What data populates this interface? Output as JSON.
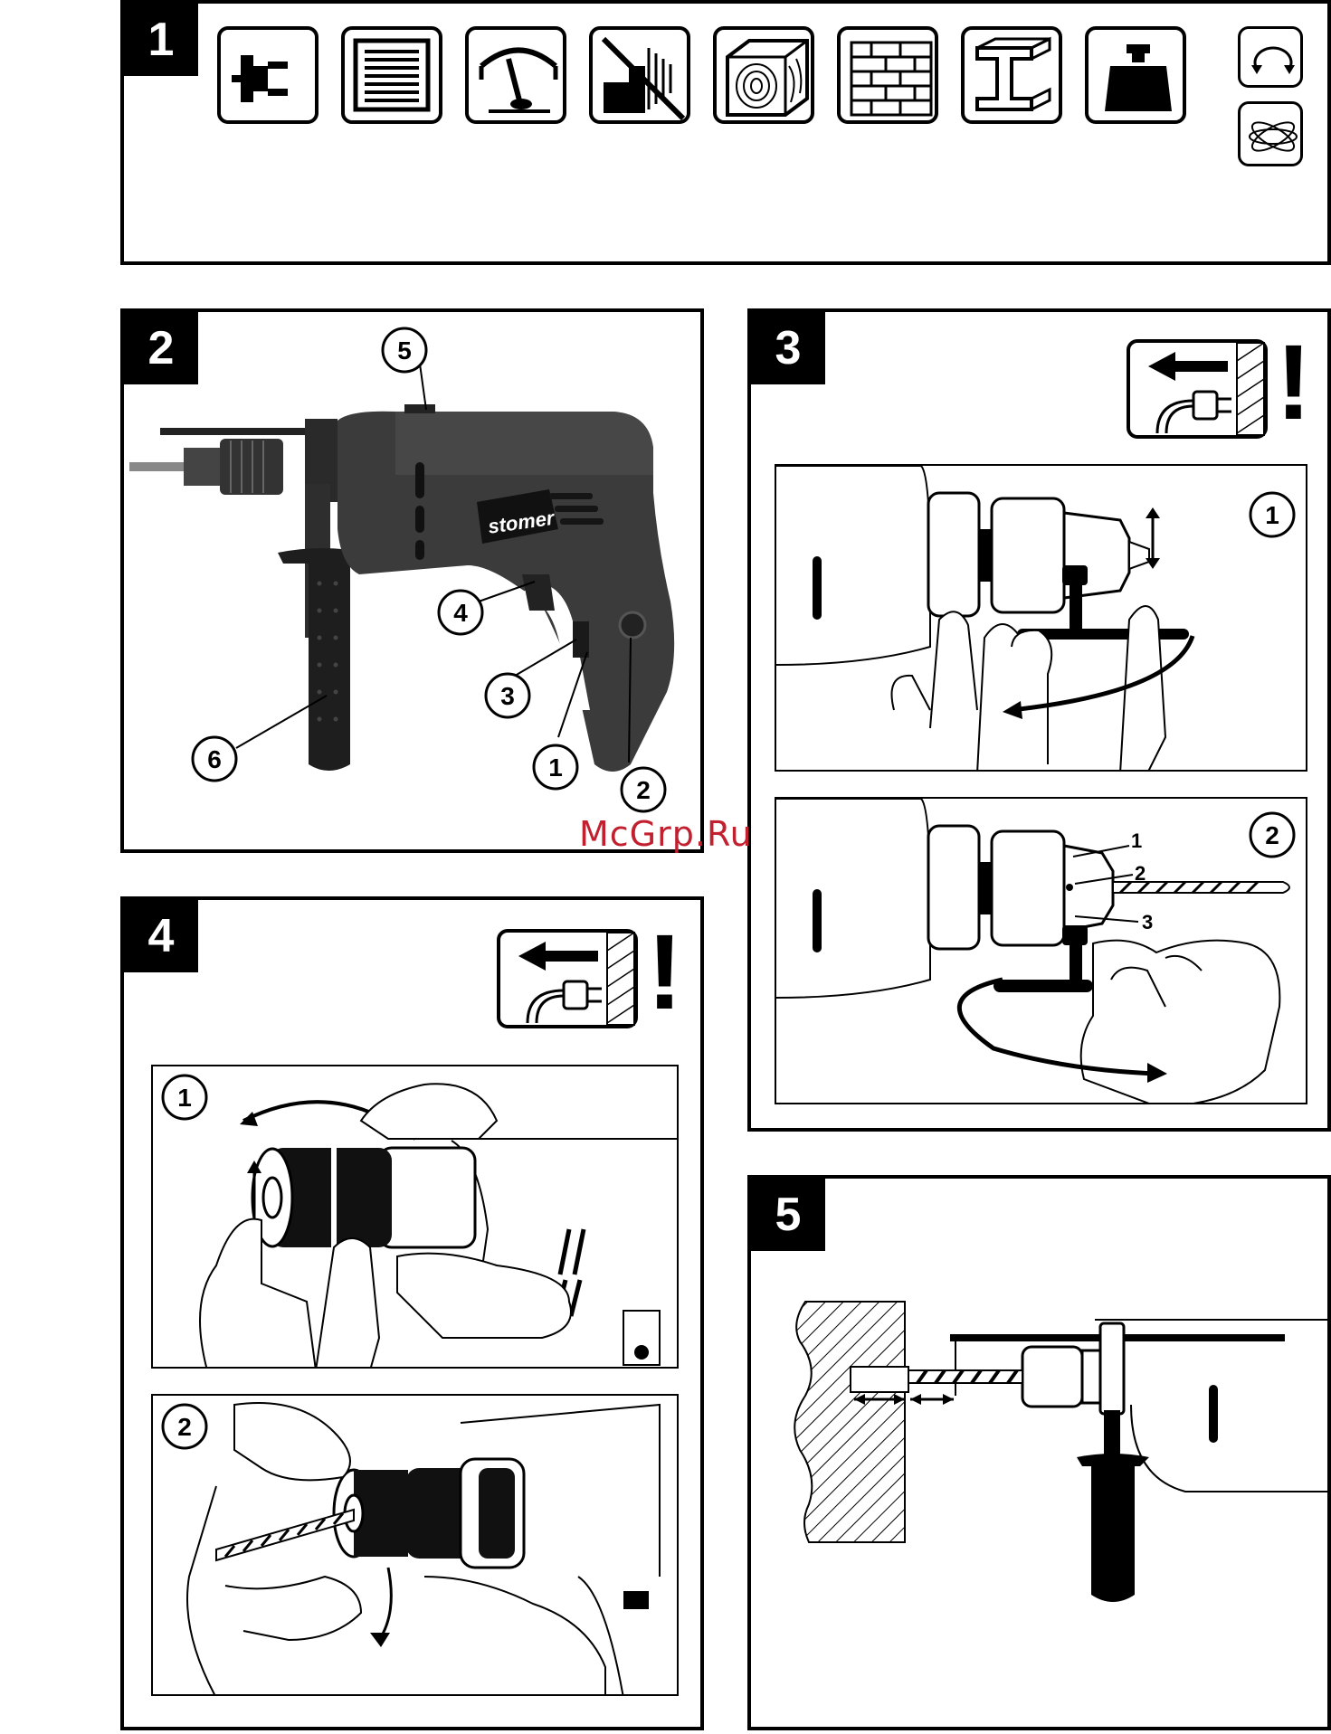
{
  "watermark": "McGrp.Ru",
  "panels": [
    {
      "id": "1",
      "label": "1"
    },
    {
      "id": "2",
      "label": "2"
    },
    {
      "id": "3",
      "label": "3"
    },
    {
      "id": "4",
      "label": "4"
    },
    {
      "id": "5",
      "label": "5"
    }
  ],
  "panel1": {
    "icons": [
      "power-plug-icon",
      "ventilation-grille-icon",
      "speed-gauge-icon",
      "no-hammer-icon",
      "wood-icon",
      "brick-icon",
      "steel-beam-icon",
      "weight-icon",
      "reverse-rotation-icon",
      "vibration-icon"
    ]
  },
  "panel2": {
    "brand": "stomer",
    "callouts": [
      "1",
      "2",
      "3",
      "4",
      "5",
      "6"
    ]
  },
  "panel3": {
    "warning_mark": "!",
    "steps": [
      "1",
      "2"
    ],
    "chuck_labels": [
      "1",
      "2",
      "3"
    ]
  },
  "panel4": {
    "warning_mark": "!",
    "steps": [
      "1",
      "2"
    ]
  }
}
